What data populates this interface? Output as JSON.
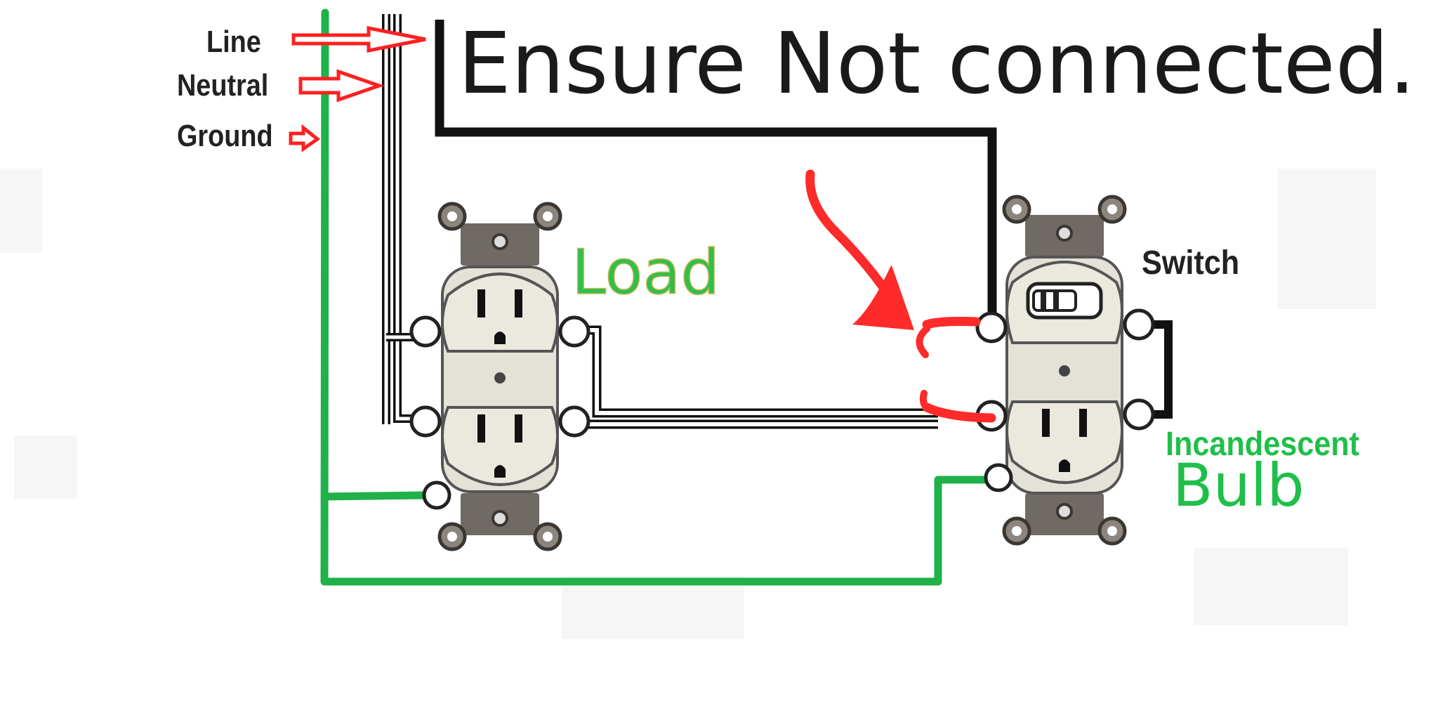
{
  "labels": {
    "line": "Line",
    "neutral": "Neutral",
    "ground": "Ground",
    "warning": "Ensure Not connected.",
    "load": "Load",
    "switch": "Switch",
    "bulb_line1": "Incandescent",
    "bulb_line2": "Bulb"
  },
  "colors": {
    "wire_hot": "#111111",
    "wire_ground": "#1fb14a",
    "annotation_red": "#ff2a2a",
    "load_label": "#2fbf4f",
    "bulb_label": "#1fbf4a",
    "outlet_body": "#e4e2d6",
    "outlet_strap": "#6f6a63"
  },
  "icons": {
    "receptacle_left": "duplex-receptacle-icon",
    "switch_combo": "switch-receptacle-combo-icon"
  }
}
